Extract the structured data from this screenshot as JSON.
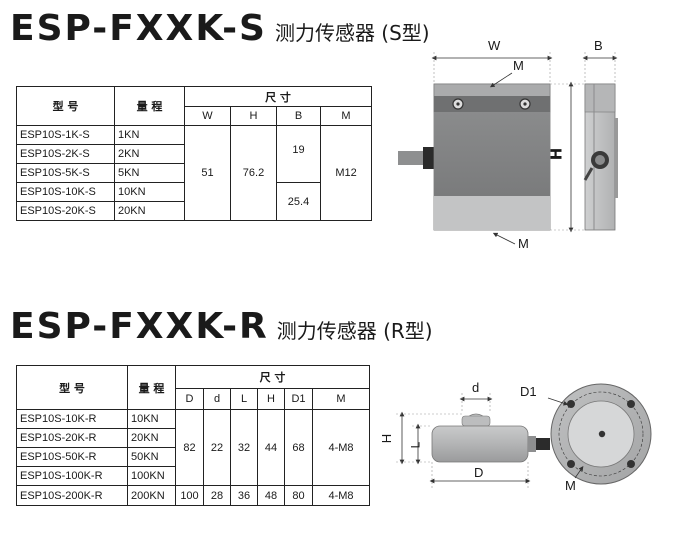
{
  "s_section": {
    "code": "ESP-FXXK-S",
    "subtitle": "测力传感器 (S型)",
    "table": {
      "col_model": "型 号",
      "col_capacity": "量 程",
      "col_dims": "尺 寸",
      "dim_headers": [
        "W",
        "H",
        "B",
        "M"
      ],
      "rows": [
        {
          "model": "ESP10S-1K-S",
          "capacity": "1KN"
        },
        {
          "model": "ESP10S-2K-S",
          "capacity": "2KN"
        },
        {
          "model": "ESP10S-5K-S",
          "capacity": "5KN"
        },
        {
          "model": "ESP10S-10K-S",
          "capacity": "10KN"
        },
        {
          "model": "ESP10S-20K-S",
          "capacity": "20KN"
        }
      ],
      "w": "51",
      "h": "76.2",
      "b_small": "19",
      "b_large": "25.4",
      "m": "M12"
    },
    "diagram": {
      "w": "W",
      "b": "B",
      "m": "M",
      "h": "H"
    }
  },
  "r_section": {
    "code": "ESP-FXXK-R",
    "subtitle": "测力传感器 (R型)",
    "table": {
      "col_model": "型 号",
      "col_capacity": "量 程",
      "col_dims": "尺 寸",
      "dim_headers": [
        "D",
        "d",
        "L",
        "H",
        "D1",
        "M"
      ],
      "rows": [
        {
          "model": "ESP10S-10K-R",
          "capacity": "10KN"
        },
        {
          "model": "ESP10S-20K-R",
          "capacity": "20KN"
        },
        {
          "model": "ESP10S-50K-R",
          "capacity": "50KN"
        },
        {
          "model": "ESP10S-100K-R",
          "capacity": "100KN"
        },
        {
          "model": "ESP10S-200K-R",
          "capacity": "200KN"
        }
      ],
      "merged": {
        "D": "82",
        "d": "22",
        "L": "32",
        "H": "44",
        "D1": "68",
        "M": "4-M8"
      },
      "last": {
        "D": "100",
        "d": "28",
        "L": "36",
        "H": "48",
        "D1": "80",
        "M": "4-M8"
      }
    },
    "diagram": {
      "d": "d",
      "d1": "D1",
      "h": "H",
      "l": "L",
      "big_d": "D",
      "m": "M"
    }
  }
}
